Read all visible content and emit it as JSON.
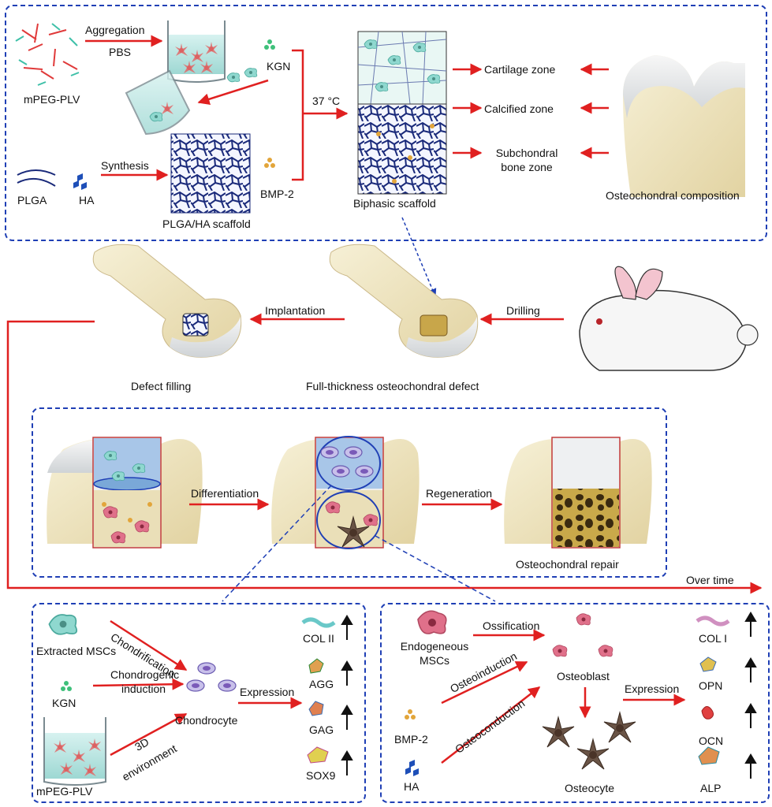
{
  "top": {
    "mpeg_plv": "mPEG-PLV",
    "aggregation": "Aggregation",
    "pbs": "PBS",
    "kgn": "KGN",
    "temp": "37 °C",
    "plga": "PLGA",
    "ha": "HA",
    "synthesis": "Synthesis",
    "bmp2": "BMP-2",
    "plga_ha_scaffold": "PLGA/HA scaffold",
    "biphasic_scaffold": "Biphasic scaffold",
    "cartilage_zone": "Cartilage zone",
    "calcified_zone": "Calcified zone",
    "subchondral_zone_line1": "Subchondral",
    "subchondral_zone_line2": "bone zone",
    "osteochondral_composition": "Osteochondral composition"
  },
  "middle": {
    "implantation": "Implantation",
    "drilling": "Drilling",
    "defect_filling": "Defect filling",
    "full_thickness_defect": "Full-thickness osteochondral defect"
  },
  "repair": {
    "differentiation": "Differentiation",
    "regeneration": "Regeneration",
    "osteochondral_repair": "Osteochondral  repair",
    "over_time": "Over time"
  },
  "chondro": {
    "extracted_mscs": "Extracted MSCs",
    "kgn": "KGN",
    "mpeg_plv": "mPEG-PLV",
    "chondrification": "Chondrification",
    "chondrogenic_line1": "Chondrogenic",
    "chondrogenic_line2": "induction",
    "env_line1": "3D",
    "env_line2": "environment",
    "chondrocyte": "Chondrocyte",
    "expression": "Expression",
    "markers": [
      "COL II",
      "AGG",
      "GAG",
      "SOX9"
    ]
  },
  "osteo": {
    "endogeneous_line1": "Endogeneous",
    "endogeneous_line2": "MSCs",
    "ossification": "Ossification",
    "osteoinduction": "Osteoinduction",
    "osteoconduction": "Osteoconduction",
    "bmp2": "BMP-2",
    "ha": "HA",
    "osteoblast": "Osteoblast",
    "osteocyte": "Osteocyte",
    "expression": "Expression",
    "markers": [
      "COL I",
      "OPN",
      "OCN",
      "ALP"
    ]
  },
  "colors": {
    "dashed_border": "#1f3fb5",
    "arrow_red": "#e02020",
    "cartilage": "#a8c6e8",
    "bone": "#eadfb8",
    "scaffold_blue": "#1a2a7a"
  }
}
